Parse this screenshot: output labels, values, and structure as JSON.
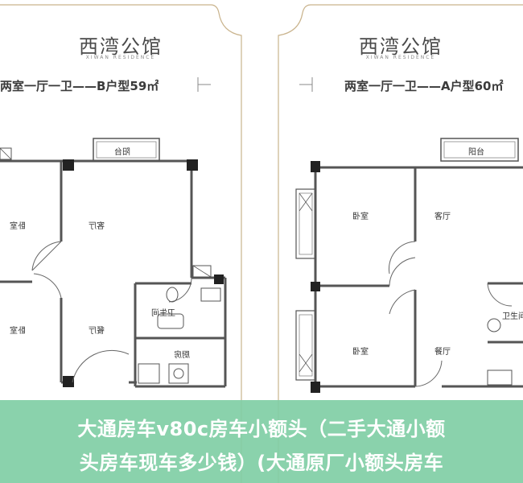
{
  "left_plan": {
    "brand": "西湾公馆",
    "brand_en": "XIWAN RESIDENCE",
    "unit_type": "两室一厅一卫——B户型59㎡",
    "rooms": {
      "balcony": "阳台",
      "bedroom_top": "卧室",
      "living": "客厅",
      "bedroom_bottom": "卧室",
      "dining": "餐厅",
      "bathroom": "卫生间",
      "kitchen": "厨房"
    }
  },
  "right_plan": {
    "brand": "西湾公馆",
    "brand_en": "XIWAN RESIDENCE",
    "unit_type": "两室一厅一卫——A户型60㎡",
    "rooms": {
      "balcony": "阳台",
      "bedroom_top": "卧室",
      "living": "客厅",
      "bedroom_bottom": "卧室",
      "dining": "餐厅",
      "bathroom": "卫生间"
    }
  },
  "overlay": {
    "line1": "大通房车v80c房车小额头（二手大通小额",
    "line2": "头房车现车多少钱）(大通原厂小额头房车"
  },
  "colors": {
    "frame": "#c9b38c",
    "wall": "#555555",
    "overlay": "#80cea5"
  }
}
